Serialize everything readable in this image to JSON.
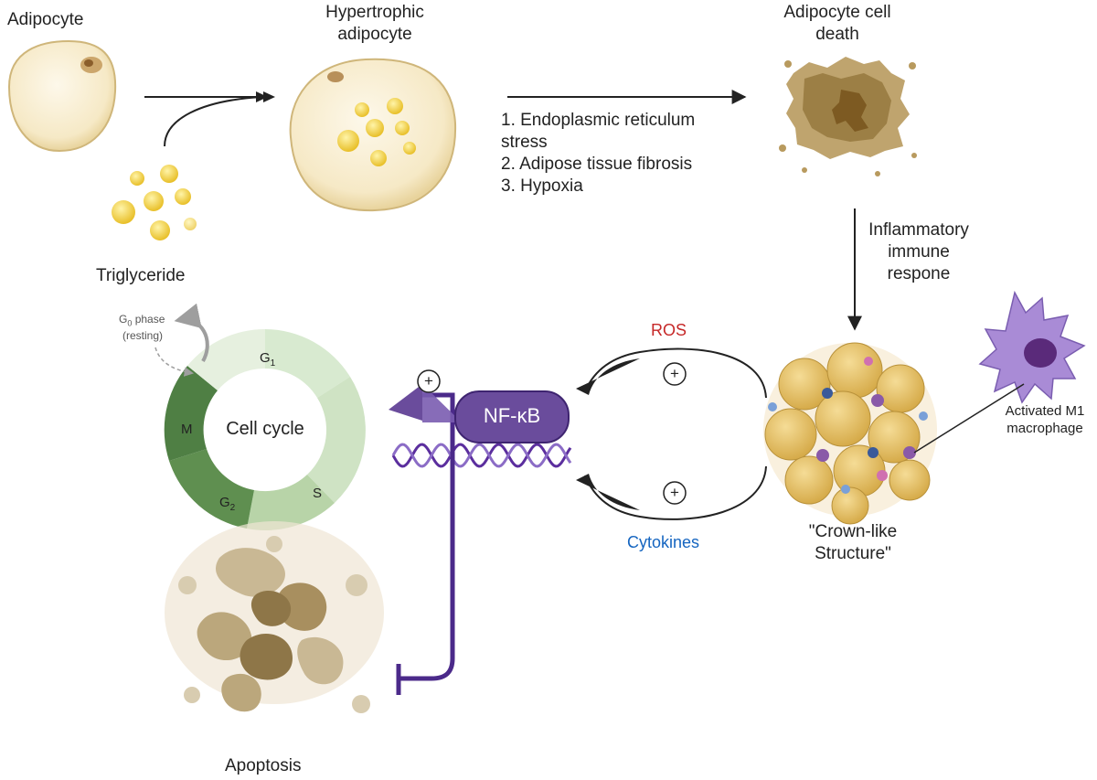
{
  "labels": {
    "adipocyte": "Adipocyte",
    "hypertrophic_line1": "Hypertrophic",
    "hypertrophic_line2": "adipocyte",
    "cell_death_line1": "Adipocyte cell",
    "cell_death_line2": "death",
    "triglyceride": "Triglyceride",
    "inflammatory_line1": "Inflammatory",
    "inflammatory_line2": "immune",
    "inflammatory_line3": "respone",
    "ros": "ROS",
    "cytokines": "Cytokines",
    "crown_line1": "\"Crown-like",
    "crown_line2": "Structure\"",
    "macrophage_line1": "Activated M1",
    "macrophage_line2": "macrophage",
    "nfkb": "NF-κB",
    "apoptosis": "Apoptosis",
    "cell_cycle": "Cell cycle",
    "g0_phase": "phase",
    "g0_resting": "(resting)",
    "plus": "+"
  },
  "steps": [
    "1. Endoplasmic reticulum",
    "stress",
    "2. Adipose tissue fibrosis",
    "3. Hypoxia"
  ],
  "cell_cycle_phases": {
    "g1": "G",
    "g1_sub": "1",
    "g2": "G",
    "g2_sub": "2",
    "s": "S",
    "m": "M",
    "g0": "G",
    "g0_sub": "0"
  },
  "colors": {
    "ros": "#c62828",
    "cytokines": "#1565c0",
    "nfkb_fill": "#6a4c9c",
    "inhibit_line": "#4b2a8a",
    "fat": "#f6e9c6",
    "lipid": "#f2d046",
    "crown_cell": "#e7c46a",
    "macrophage": "#a98bd6"
  }
}
